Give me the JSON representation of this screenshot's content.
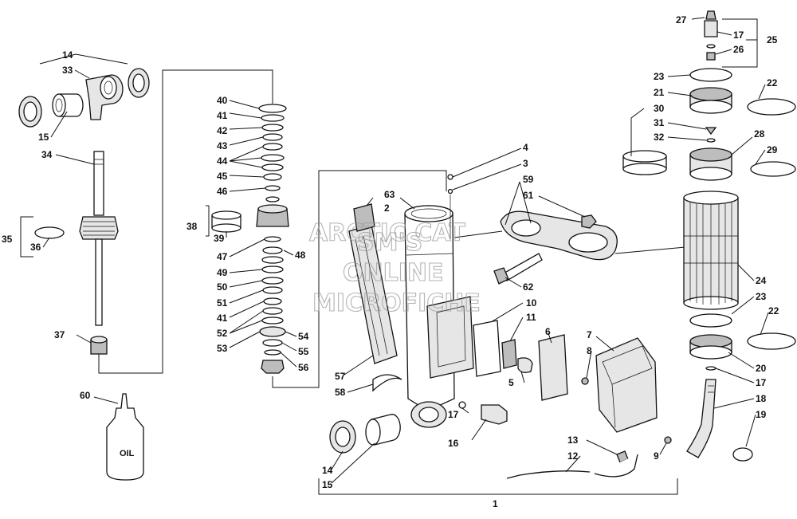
{
  "watermark": {
    "line1": "ARCTIC CAT",
    "line2": "SM'S",
    "line3": "ONLINE",
    "line4": "MICROFICHE"
  },
  "oil_bottle_text": "OIL",
  "labels": {
    "l1": "1",
    "l2": "2",
    "l3": "3",
    "l4": "4",
    "l5": "5",
    "l6": "6",
    "l7": "7",
    "l8": "8",
    "l9": "9",
    "l10": "10",
    "l11": "11",
    "l12": "12",
    "l13": "13",
    "l14a": "14",
    "l14b": "14",
    "l15a": "15",
    "l15b": "15",
    "l16": "16",
    "l17a": "17",
    "l17b": "17",
    "l17c": "17",
    "l18": "18",
    "l19": "19",
    "l20": "20",
    "l21": "21",
    "l22a": "22",
    "l22b": "22",
    "l23a": "23",
    "l23b": "23",
    "l24": "24",
    "l25": "25",
    "l26": "26",
    "l27": "27",
    "l28": "28",
    "l29": "29",
    "l30": "30",
    "l31": "31",
    "l32": "32",
    "l33": "33",
    "l34": "34",
    "l35": "35",
    "l36": "36",
    "l37": "37",
    "l38": "38",
    "l39": "39",
    "l40": "40",
    "l41a": "41",
    "l41b": "41",
    "l42": "42",
    "l43": "43",
    "l44": "44",
    "l45": "45",
    "l46": "46",
    "l47": "47",
    "l48": "48",
    "l49": "49",
    "l50": "50",
    "l51": "51",
    "l52": "52",
    "l53": "53",
    "l54": "54",
    "l55": "55",
    "l56": "56",
    "l57": "57",
    "l58": "58",
    "l59": "59",
    "l60": "60",
    "l61": "61",
    "l62": "62",
    "l63": "63"
  }
}
